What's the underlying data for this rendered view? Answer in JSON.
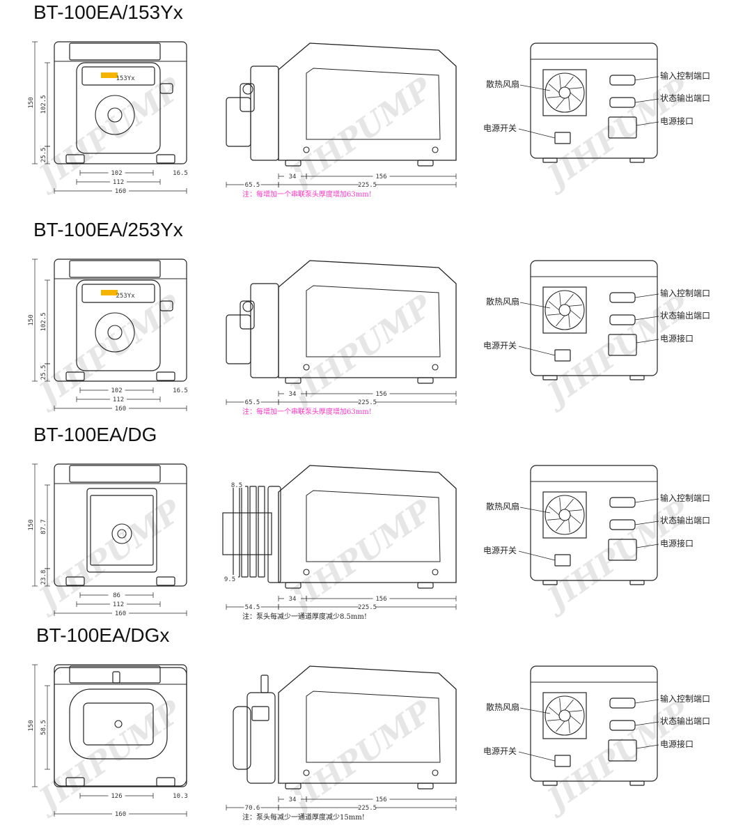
{
  "watermark": "JIHPUMP",
  "colors": {
    "note_pink": "#ff33cc",
    "line": "#222222",
    "dim": "#444444"
  },
  "back_labels": {
    "fan": "散热风扇",
    "switch": "电源开关",
    "input": "输入控制端口",
    "output": "状态输出端口",
    "power": "电源接口"
  },
  "sections": [
    {
      "title": "BT-100EA/153Yx",
      "head_label": "153Yx",
      "front_dims": {
        "height": "150",
        "mid": "102.5",
        "low": "25.5",
        "w_inner": "102",
        "w_mid": "112",
        "w_outer": "160",
        "side": "16.5"
      },
      "side_dims": {
        "top": "",
        "bottom_small": "",
        "left": "65.5",
        "a": "34",
        "b": "156",
        "total": "225.5"
      },
      "note": "注：每增加一个串联泵头厚度增加63mm!",
      "note_color": "#ff33cc"
    },
    {
      "title": "BT-100EA/253Yx",
      "head_label": "253Yx",
      "front_dims": {
        "height": "150",
        "mid": "102.5",
        "low": "25.5",
        "w_inner": "102",
        "w_mid": "112",
        "w_outer": "160",
        "side": "16.5"
      },
      "side_dims": {
        "top": "",
        "bottom_small": "",
        "left": "65.5",
        "a": "34",
        "b": "156",
        "total": "225.5"
      },
      "note": "注：每增加一个串联泵头厚度增加63mm!",
      "note_color": "#ff33cc"
    },
    {
      "title": "BT-100EA/DG",
      "head_label": "",
      "front_dims": {
        "height": "150",
        "mid": "87.7",
        "low": "23.8",
        "w_inner": "86",
        "w_mid": "112",
        "w_outer": "160",
        "side": ""
      },
      "side_dims": {
        "top": "8.5",
        "bottom_small": "9.5",
        "left": "54.5",
        "a": "34",
        "b": "156",
        "total": "225.5"
      },
      "note": "注：泵头每减少一通道厚度减少8.5mm!",
      "note_color": "#222222"
    },
    {
      "title": "BT-100EA/DGx",
      "head_label": "",
      "front_dims": {
        "height": "150",
        "mid": "58.5",
        "low": "",
        "w_inner": "126",
        "w_mid": "",
        "w_outer": "160",
        "side": "10.3"
      },
      "side_dims": {
        "top": "",
        "bottom_small": "",
        "left": "70.6",
        "a": "34",
        "b": "156",
        "total": "225.5"
      },
      "note": "注：泵头每减少一通道厚度减少15mm!",
      "note_color": "#222222"
    }
  ]
}
